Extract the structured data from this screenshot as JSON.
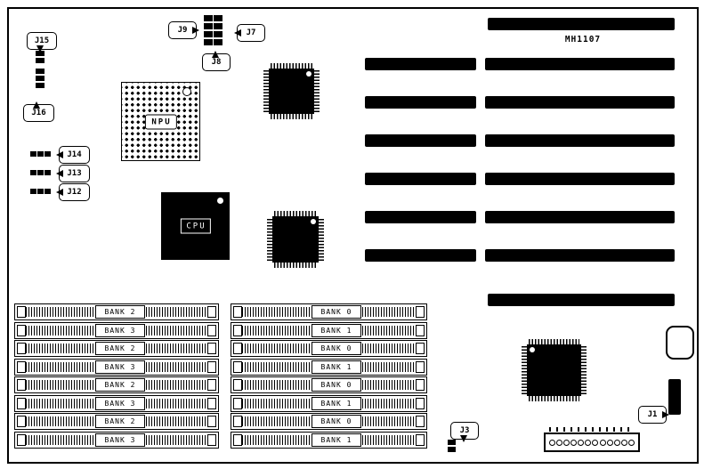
{
  "diagram": {
    "model_label": "MH1107",
    "npu_label": "NPU",
    "cpu_label": "CPU"
  },
  "callouts": {
    "j1": "J1",
    "j3": "J3",
    "j7": "J7",
    "j8": "J8",
    "j9": "J9",
    "j12": "J12",
    "j13": "J13",
    "j14": "J14",
    "j15": "J15",
    "j16": "J16"
  },
  "memory": {
    "left_bank_labels": [
      "BANK 2",
      "BANK 3",
      "BANK 2",
      "BANK 3",
      "BANK 2",
      "BANK 3",
      "BANK 2",
      "BANK 3"
    ],
    "right_bank_labels": [
      "BANK 0",
      "BANK 1",
      "BANK 0",
      "BANK 1",
      "BANK 0",
      "BANK 1",
      "BANK 0",
      "BANK 1"
    ]
  },
  "colors": {
    "ink": "#000000",
    "paper": "#ffffff"
  }
}
